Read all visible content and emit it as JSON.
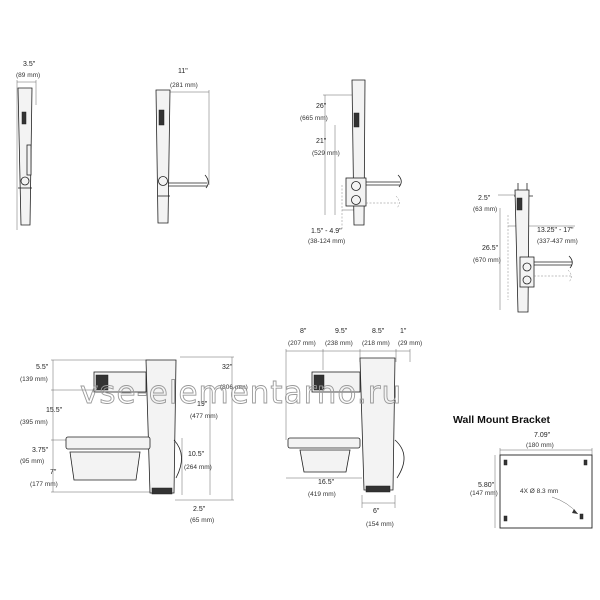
{
  "views": {
    "v1": {
      "dim_in": "3.5\"",
      "dim_mm": "(89 mm)"
    },
    "v2": {
      "dim_in": "11\"",
      "dim_mm": "(281 mm)"
    },
    "v3": {
      "top_in": "26\"",
      "top_mm": "(665 mm)",
      "mid_in": "21\"",
      "mid_mm": "(529 mm)",
      "bot_in": "1.5\" - 4.9\"",
      "bot_mm": "(38-124 mm)"
    },
    "v4": {
      "top_in": "2.5\"",
      "top_mm": "(63 mm)",
      "reach_in": "13.25\" - 17\"",
      "reach_mm": "(337-437 mm)",
      "h_in": "26.5\"",
      "h_mm": "(670 mm)"
    },
    "front": {
      "a_in": "5.5\"",
      "a_mm": "(139 mm)",
      "b_in": "15.5\"",
      "b_mm": "(395 mm)",
      "c_in": "3.75\"",
      "c_mm": "(95 mm)",
      "d_in": "7\"",
      "d_mm": "(177 mm)",
      "e_in": "32\"",
      "e_mm": "(806 mm)",
      "f_in": "19\"",
      "f_mm": "(477 mm)",
      "g_in": "10.5\"",
      "g_mm": "(264 mm)",
      "h_in": "2.5\"",
      "h_mm": "(65 mm)"
    },
    "side": {
      "a_in": "8\"",
      "a_mm": "(207 mm)",
      "b_in": "9.5\"",
      "b_mm": "(238 mm)",
      "c_in": "8.5\"",
      "c_mm": "(218 mm)",
      "d_in": "1\"",
      "d_mm": "(29 mm)",
      "e_in": "16.5\"",
      "e_mm": "(419 mm)",
      "f_in": "6\"",
      "f_mm": "(154 mm)"
    }
  },
  "bracket": {
    "title": "Wall Mount Bracket",
    "w_in": "7.09\"",
    "w_mm": "(180 mm)",
    "h_in": "5.80\"",
    "h_mm": "(147 mm)",
    "holes": "4X Ø 8.3 mm"
  },
  "watermark": "vse-elementarno.ru"
}
